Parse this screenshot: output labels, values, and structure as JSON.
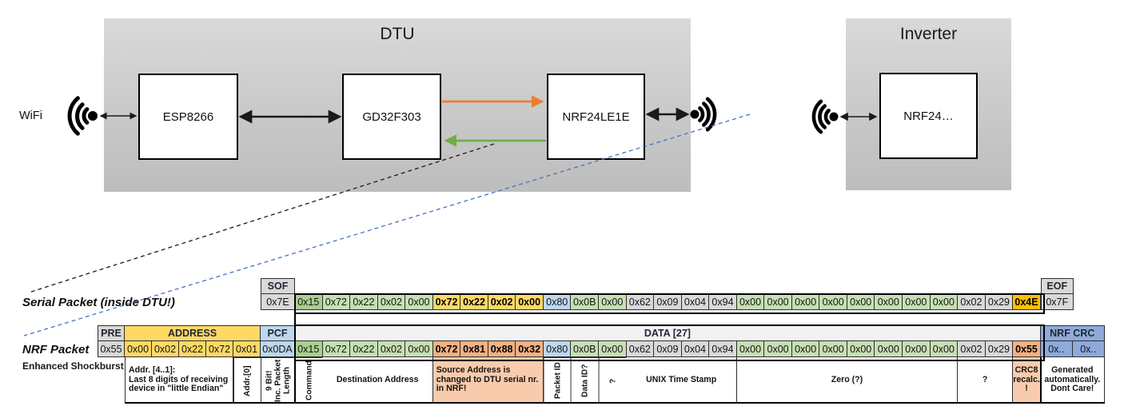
{
  "diagram": {
    "wifi_label": "WiFi",
    "dtu": {
      "label": "DTU",
      "components": {
        "esp": "ESP8266",
        "gd": "GD32F303",
        "nrf": "NRF24LE1E"
      }
    },
    "inverter": {
      "label": "Inverter",
      "component": "NRF24…"
    },
    "colors": {
      "orange_arrow": "#ED7D31",
      "green_arrow": "#70AD47",
      "blue_dash": "#4472C4",
      "black": "#1a1a1a"
    }
  },
  "serial_packet": {
    "label": "Serial Packet (inside DTU!)",
    "sof": {
      "header": "SOF",
      "value": "0x7E"
    },
    "eof": {
      "header": "EOF",
      "value": "0x7F"
    },
    "bytes": [
      {
        "t": "0x15",
        "c": "c-green-d"
      },
      {
        "t": "0x72",
        "c": "c-green"
      },
      {
        "t": "0x22",
        "c": "c-green"
      },
      {
        "t": "0x02",
        "c": "c-green"
      },
      {
        "t": "0x00",
        "c": "c-green"
      },
      {
        "t": "0x72",
        "c": "c-yellow",
        "b": 1
      },
      {
        "t": "0x22",
        "c": "c-yellow",
        "b": 1
      },
      {
        "t": "0x02",
        "c": "c-yellow",
        "b": 1
      },
      {
        "t": "0x00",
        "c": "c-yellow",
        "b": 1
      },
      {
        "t": "0x80",
        "c": "c-blue"
      },
      {
        "t": "0x0B",
        "c": "c-green"
      },
      {
        "t": "0x00",
        "c": "c-green"
      },
      {
        "t": "0x62",
        "c": "c-gray"
      },
      {
        "t": "0x09",
        "c": "c-gray"
      },
      {
        "t": "0x04",
        "c": "c-gray"
      },
      {
        "t": "0x94",
        "c": "c-gray"
      },
      {
        "t": "0x00",
        "c": "c-green"
      },
      {
        "t": "0x00",
        "c": "c-green"
      },
      {
        "t": "0x00",
        "c": "c-green"
      },
      {
        "t": "0x00",
        "c": "c-green"
      },
      {
        "t": "0x00",
        "c": "c-green"
      },
      {
        "t": "0x00",
        "c": "c-green"
      },
      {
        "t": "0x00",
        "c": "c-green"
      },
      {
        "t": "0x00",
        "c": "c-green"
      },
      {
        "t": "0x02",
        "c": "c-gray"
      },
      {
        "t": "0x29",
        "c": "c-gray"
      },
      {
        "t": "0x4E",
        "c": "c-orange",
        "b": 1
      }
    ]
  },
  "nrf_packet": {
    "label": "NRF Packet",
    "sublabel": "Enhanced Shockburst",
    "pre": {
      "header": "PRE",
      "value": "0x55"
    },
    "address": {
      "header": "ADDRESS",
      "values": [
        {
          "t": "0x00",
          "c": "c-yellow"
        },
        {
          "t": "0x02",
          "c": "c-yellow"
        },
        {
          "t": "0x22",
          "c": "c-yellow"
        },
        {
          "t": "0x72",
          "c": "c-yellow"
        },
        {
          "t": "0x01",
          "c": "c-yellow"
        }
      ]
    },
    "pcf": {
      "header": "PCF",
      "value": "0x0DA"
    },
    "data_header": "DATA [27]",
    "bytes": [
      {
        "t": "0x15",
        "c": "c-green-d"
      },
      {
        "t": "0x72",
        "c": "c-green"
      },
      {
        "t": "0x22",
        "c": "c-green"
      },
      {
        "t": "0x02",
        "c": "c-green"
      },
      {
        "t": "0x00",
        "c": "c-green"
      },
      {
        "t": "0x72",
        "c": "c-salmon",
        "b": 1
      },
      {
        "t": "0x81",
        "c": "c-salmon",
        "b": 1
      },
      {
        "t": "0x88",
        "c": "c-salmon",
        "b": 1
      },
      {
        "t": "0x32",
        "c": "c-salmon",
        "b": 1
      },
      {
        "t": "0x80",
        "c": "c-blue"
      },
      {
        "t": "0x0B",
        "c": "c-green"
      },
      {
        "t": "0x00",
        "c": "c-green"
      },
      {
        "t": "0x62",
        "c": "c-gray"
      },
      {
        "t": "0x09",
        "c": "c-gray"
      },
      {
        "t": "0x04",
        "c": "c-gray"
      },
      {
        "t": "0x94",
        "c": "c-gray"
      },
      {
        "t": "0x00",
        "c": "c-green"
      },
      {
        "t": "0x00",
        "c": "c-green"
      },
      {
        "t": "0x00",
        "c": "c-green"
      },
      {
        "t": "0x00",
        "c": "c-green"
      },
      {
        "t": "0x00",
        "c": "c-green"
      },
      {
        "t": "0x00",
        "c": "c-green"
      },
      {
        "t": "0x00",
        "c": "c-green"
      },
      {
        "t": "0x00",
        "c": "c-green"
      },
      {
        "t": "0x02",
        "c": "c-gray"
      },
      {
        "t": "0x29",
        "c": "c-gray"
      },
      {
        "t": "0x55",
        "c": "c-salmon",
        "b": 1
      }
    ],
    "crc": {
      "header": "NRF CRC",
      "values": [
        {
          "t": "0x..",
          "c": "c-peri"
        },
        {
          "t": "0x..",
          "c": "c-peri"
        }
      ]
    },
    "annotations": [
      {
        "t": "Addr. [4..1]:\nLast 8 digits of receiving device in \"little Endian\"",
        "col": 2,
        "span": 4,
        "align": "l",
        "cls": "bl"
      },
      {
        "t": "Addr.[0]",
        "col": 6,
        "rot": 1
      },
      {
        "t": "9 Bit!\nInc. Packet\nLength",
        "col": 7,
        "rot": 1
      },
      {
        "t": "Command",
        "col": 8,
        "rot": 1
      },
      {
        "t": "Destination Address",
        "col": 9,
        "span": 4
      },
      {
        "t": "Source Address is changed to DTU serial nr. in NRF!",
        "col": 13,
        "span": 4,
        "bg": "c-salmon-l",
        "align": "l"
      },
      {
        "t": "Packet ID",
        "col": 17,
        "rot": 1
      },
      {
        "t": "Data ID?",
        "col": 18,
        "rot": 1
      },
      {
        "t": "?",
        "col": 19,
        "rot": 1
      },
      {
        "t": "UNIX Time Stamp",
        "col": 20,
        "span": 4
      },
      {
        "t": "Zero (?)",
        "col": 24,
        "span": 8
      },
      {
        "t": "?",
        "col": 32,
        "span": 2
      },
      {
        "t": "CRC8\nrecalc.\n!",
        "col": 34,
        "bg": "c-salmon-l"
      },
      {
        "t": "Generated\nautomatically.\nDont Care!",
        "col": 35,
        "span": 2
      }
    ]
  }
}
